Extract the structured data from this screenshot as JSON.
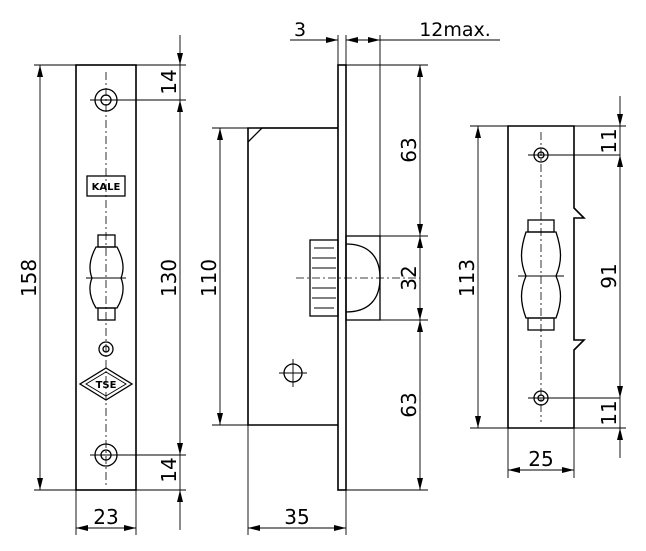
{
  "dimensions": {
    "faceplate_height": "158",
    "top_hole_offset": "14",
    "hole_spacing": "130",
    "bottom_hole_offset": "14",
    "faceplate_width": "23",
    "bolt_top": "3",
    "bolt_max": "12max.",
    "upper_case": "63",
    "case_height": "110",
    "bolt_height": "32",
    "lower_case": "63",
    "backset": "35",
    "strike_height": "113",
    "strike_top_offset": "11",
    "strike_hole_spacing": "91",
    "strike_bottom_offset": "11",
    "strike_width": "25"
  },
  "logos": {
    "brand": "KALE",
    "certification": "TSE"
  }
}
